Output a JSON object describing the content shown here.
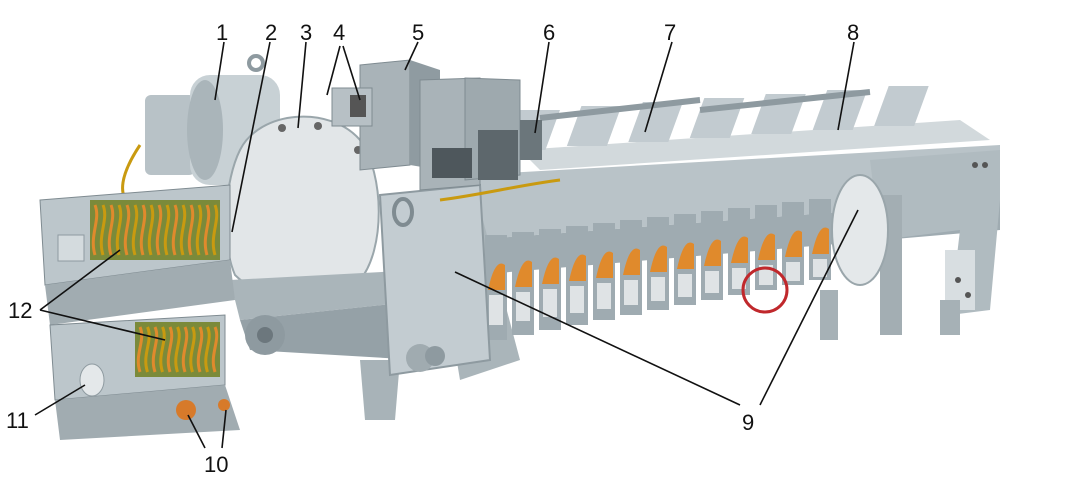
{
  "diagram": {
    "callouts": [
      "1",
      "2",
      "3",
      "4",
      "5",
      "6",
      "7",
      "8",
      "9",
      "10",
      "11",
      "12"
    ],
    "colors": {
      "housing": "#c9d2d6",
      "housing_dark": "#9fabb1",
      "housing_shadow": "#7f8b91",
      "cover": "#dfe3e5",
      "copper": "#e08a2c",
      "coil_green": "#7b8a3a",
      "wire": "#c99a10",
      "highlight_ring": "#c0282c"
    }
  }
}
